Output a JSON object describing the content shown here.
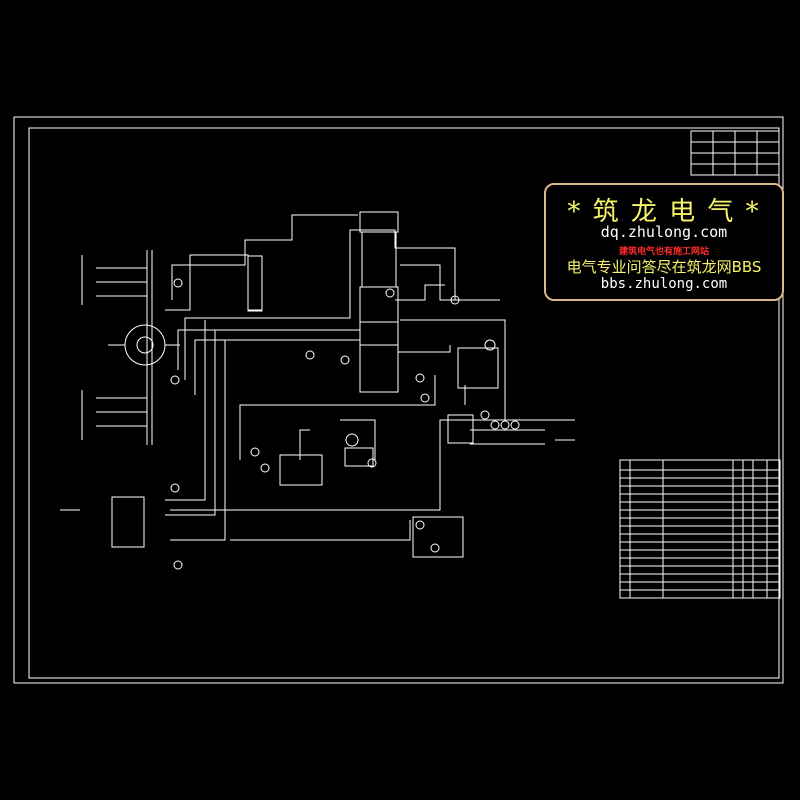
{
  "watermark": {
    "title": "* 筑 龙 电 气 *",
    "url1": "dq.zhulong.com",
    "red_text": "建筑电气也有施工网站",
    "slogan": "电气专业问答尽在筑龙网BBS",
    "url2": "bbs.zhulong.com"
  },
  "colors": {
    "background": "#000000",
    "line": "#ffffff",
    "dim_text": "#c8c8c8",
    "accent_yellow": "#f6f36a",
    "accent_red": "#ff2a2a",
    "frame_tan": "#d9b98c"
  }
}
